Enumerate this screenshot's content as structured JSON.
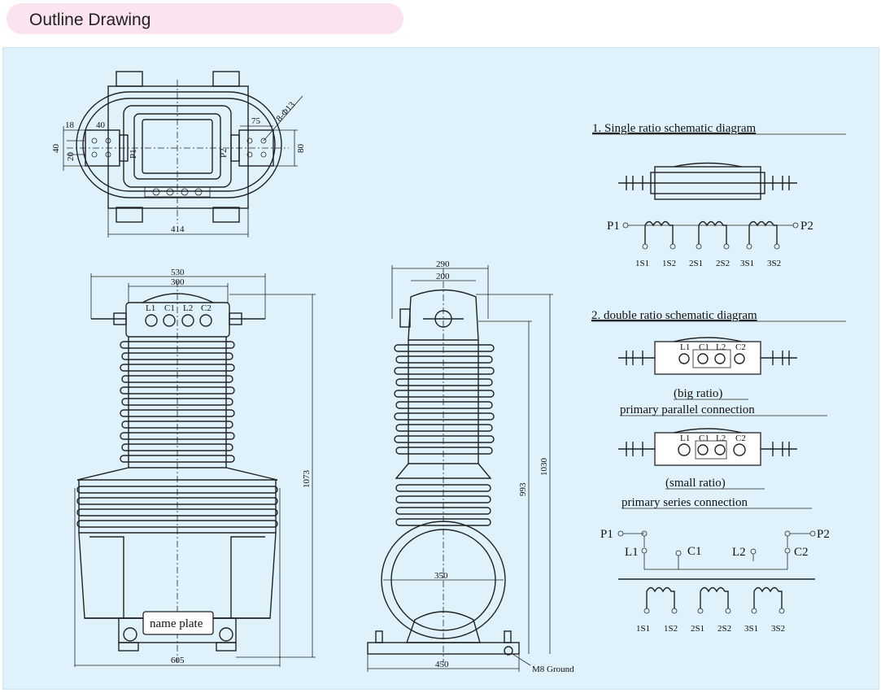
{
  "header": {
    "title": "Outline Drawing"
  },
  "top_view": {
    "dim_18": "18",
    "dim_40_top": "40",
    "dim_40_left": "40",
    "dim_20": "20",
    "label_p1": "P1",
    "label_p2": "P2",
    "dim_75": "75",
    "dim_holes": "8-Φ13",
    "dim_80": "80",
    "dim_414": "414"
  },
  "front_view": {
    "dim_530": "530",
    "dim_300": "300",
    "dim_1073": "1073",
    "dim_605": "605",
    "terminals": [
      "L1",
      "C1",
      "L2",
      "C2"
    ],
    "nameplate": "name plate"
  },
  "side_view": {
    "dim_290": "290",
    "dim_200": "200",
    "dim_1030": "1030",
    "dim_993": "993",
    "dim_350": "350",
    "dim_450": "450",
    "ground_label": "M8 Ground"
  },
  "single_ratio": {
    "heading": "1. Single ratio schematic diagram",
    "p1": "P1",
    "p2": "P2",
    "secondaries": [
      "1S1",
      "1S2",
      "2S1",
      "2S2",
      "3S1",
      "3S2"
    ]
  },
  "double_ratio": {
    "heading": "2. double ratio schematic diagram",
    "terminals": [
      "L1",
      "C1",
      "L2",
      "C2"
    ],
    "big_ratio": "(big ratio)",
    "parallel": "primary parallel connection",
    "small_ratio": "(small ratio)",
    "series": "primary series connection",
    "p1": "P1",
    "p2": "P2",
    "l1": "L1",
    "c1": "C1",
    "l2": "L2",
    "c2": "C2",
    "secondaries": [
      "1S1",
      "1S2",
      "2S1",
      "2S2",
      "3S1",
      "3S2"
    ]
  }
}
